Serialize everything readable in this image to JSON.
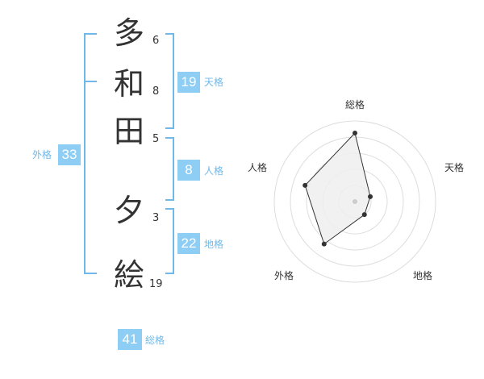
{
  "name": {
    "characters": [
      {
        "char": "多",
        "strokes": "6"
      },
      {
        "char": "和",
        "strokes": "8"
      },
      {
        "char": "田",
        "strokes": "5"
      },
      {
        "char": "夕",
        "strokes": "3"
      },
      {
        "char": "絵",
        "strokes": "19"
      }
    ]
  },
  "fortune": {
    "tenkaku": {
      "value": "19",
      "label": "天格"
    },
    "jinkaku": {
      "value": "8",
      "label": "人格"
    },
    "chikaku": {
      "value": "22",
      "label": "地格"
    },
    "gaikaku": {
      "value": "33",
      "label": "外格"
    },
    "soukaku": {
      "value": "41",
      "label": "総格"
    }
  },
  "radar": {
    "axes": [
      "総格",
      "天格",
      "地格",
      "外格",
      "人格"
    ],
    "values": [
      0.85,
      0.2,
      0.2,
      0.65,
      0.65
    ],
    "colors": {
      "fill": "#eeeeee",
      "stroke": "#333333",
      "grid": "#dddddd",
      "center": "#cccccc"
    }
  },
  "colors": {
    "accent": "#8ecdf4",
    "bracket": "#6fb9ea",
    "label": "#6fb9ea"
  }
}
